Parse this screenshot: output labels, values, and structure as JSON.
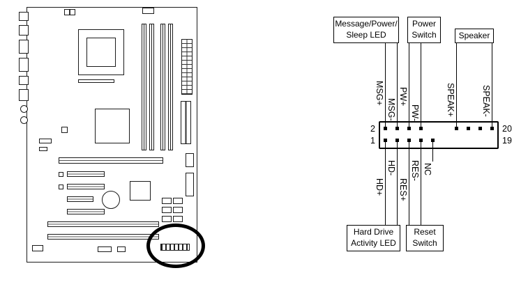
{
  "figure": "motherboard-front-panel-header-pinout",
  "colors": {
    "line": "#000000",
    "background": "#ffffff",
    "highlight_circle": "#000000"
  },
  "connector_diagram": {
    "boxes": {
      "msg_led": {
        "line1": "Message/Power/",
        "line2": "Sleep LED"
      },
      "power_switch": {
        "line1": "Power",
        "line2": "Switch"
      },
      "speaker": {
        "line1": "Speaker"
      },
      "hdd_led": {
        "line1": "Hard Drive",
        "line2": "Activity LED"
      },
      "reset_switch": {
        "line1": "Reset",
        "line2": "Switch"
      }
    },
    "top_pin_labels": [
      "MSG+",
      "MSG-",
      "PW+",
      "PW-",
      "SPEAK+",
      "SPEAK-"
    ],
    "bottom_pin_labels": [
      "HD+",
      "HD-",
      "RES+",
      "RES-",
      "NC"
    ],
    "pin_numbers": {
      "top_left": "2",
      "bottom_left": "1",
      "top_right": "20",
      "bottom_right": "19"
    },
    "header": {
      "rows": 2,
      "pins_per_row": 10
    }
  }
}
